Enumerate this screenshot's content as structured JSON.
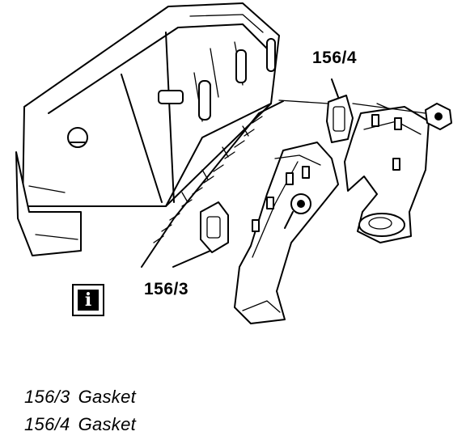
{
  "callouts": {
    "gasket_1": "156/3",
    "gasket_2": "156/4"
  },
  "info_icon": {
    "glyph": "i"
  },
  "legend": [
    {
      "code": "156/3",
      "label": "Gasket"
    },
    {
      "code": "156/4",
      "label": "Gasket"
    }
  ]
}
